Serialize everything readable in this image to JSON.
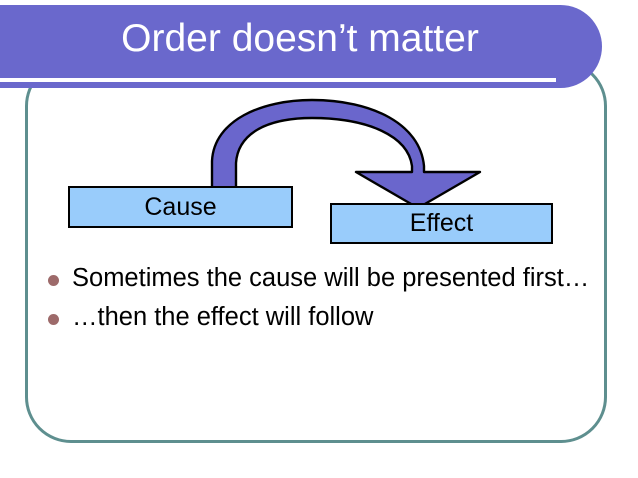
{
  "slide": {
    "title": "Order doesn’t matter",
    "background_color": "#ffffff",
    "frame_border_color": "#5e8f8f",
    "banner_color": "#6a68cc"
  },
  "diagram": {
    "arrow": {
      "name": "curved-arrow",
      "fill_color": "#6a66cc",
      "stroke_color": "#000000",
      "direction": "cause-to-effect"
    },
    "boxes": [
      {
        "id": "cause",
        "label": "Cause",
        "fill_color": "#99ccfb",
        "border_color": "#000000"
      },
      {
        "id": "effect",
        "label": "Effect",
        "fill_color": "#99ccfb",
        "border_color": "#000000"
      }
    ]
  },
  "body": {
    "bullet_color": "#9d6a6a",
    "bullets": [
      "Sometimes the cause will be presented first…",
      "…then the effect will follow"
    ]
  }
}
